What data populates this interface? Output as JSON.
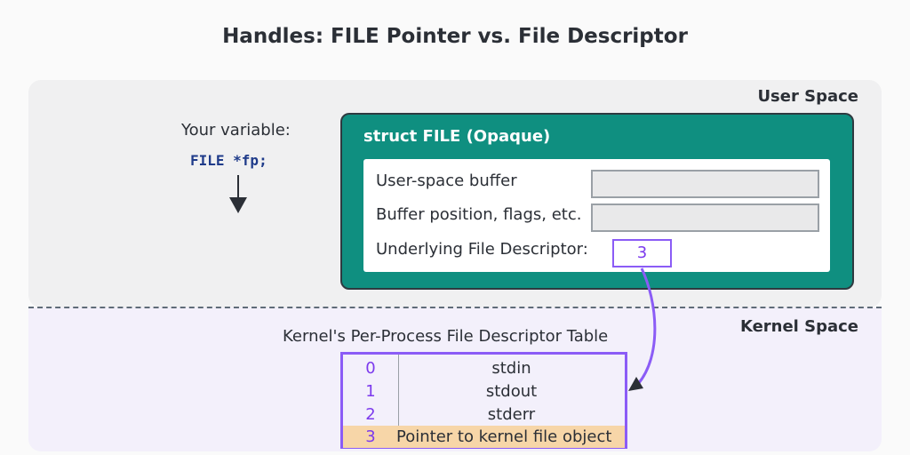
{
  "title": "Handles: FILE Pointer vs. File Descriptor",
  "zones": {
    "user_label": "User Space",
    "kernel_label": "Kernel Space"
  },
  "variable": {
    "caption": "Your variable:",
    "code": "FILE *fp;"
  },
  "struct_file": {
    "title": "struct FILE (Opaque)",
    "fields": [
      {
        "label": "User-space buffer"
      },
      {
        "label": "Buffer position, flags, etc."
      },
      {
        "label": "Underlying File Descriptor:",
        "value": "3"
      }
    ]
  },
  "fd_table": {
    "caption": "Kernel's Per-Process File Descriptor Table",
    "rows": [
      {
        "fd": "0",
        "name": "stdin"
      },
      {
        "fd": "1",
        "name": "stdout"
      },
      {
        "fd": "2",
        "name": "stderr"
      },
      {
        "fd": "3",
        "name": "Pointer to kernel file object",
        "highlight": true
      }
    ]
  },
  "colors": {
    "struct_fill": "#0f8f80",
    "accent_purple": "#8b5cf6",
    "highlight_row": "#f7d6a8",
    "code_blue": "#1f3b8a"
  }
}
